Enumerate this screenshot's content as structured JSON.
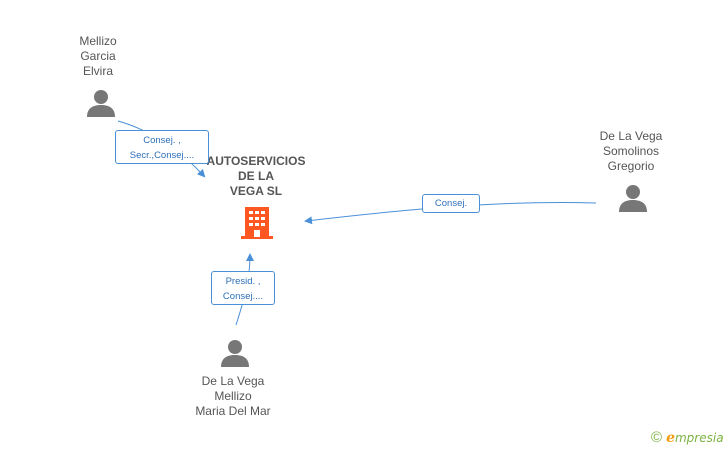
{
  "company": {
    "name_lines": [
      "AUTOSERVICIOS",
      "DE LA",
      "VEGA SL"
    ],
    "icon": "building-icon",
    "color": "#ff5722"
  },
  "persons": [
    {
      "id": "mellizo-garcia-elvira",
      "name_lines": [
        "Mellizo",
        "Garcia",
        "Elvira"
      ],
      "icon": "person-icon"
    },
    {
      "id": "de-la-vega-somolinos-gregorio",
      "name_lines": [
        "De La Vega",
        "Somolinos",
        "Gregorio"
      ],
      "icon": "person-icon"
    },
    {
      "id": "de-la-vega-mellizo-maria-del-mar",
      "name_lines": [
        "De La Vega",
        "Mellizo",
        "Maria Del Mar"
      ],
      "icon": "person-icon"
    }
  ],
  "roles": [
    {
      "from": "mellizo-garcia-elvira",
      "lines": [
        "Consej. ,",
        "Secr.,Consej...."
      ]
    },
    {
      "from": "de-la-vega-somolinos-gregorio",
      "lines": [
        "Consej."
      ]
    },
    {
      "from": "de-la-vega-mellizo-maria-del-mar",
      "lines": [
        "Presid. ,",
        "Consej...."
      ]
    }
  ],
  "colors": {
    "edge": "#4a90d9",
    "person_icon": "#777777",
    "label_text": "#555555"
  },
  "brand": {
    "copyright": "©",
    "initial": "e",
    "rest": "mpresia"
  }
}
